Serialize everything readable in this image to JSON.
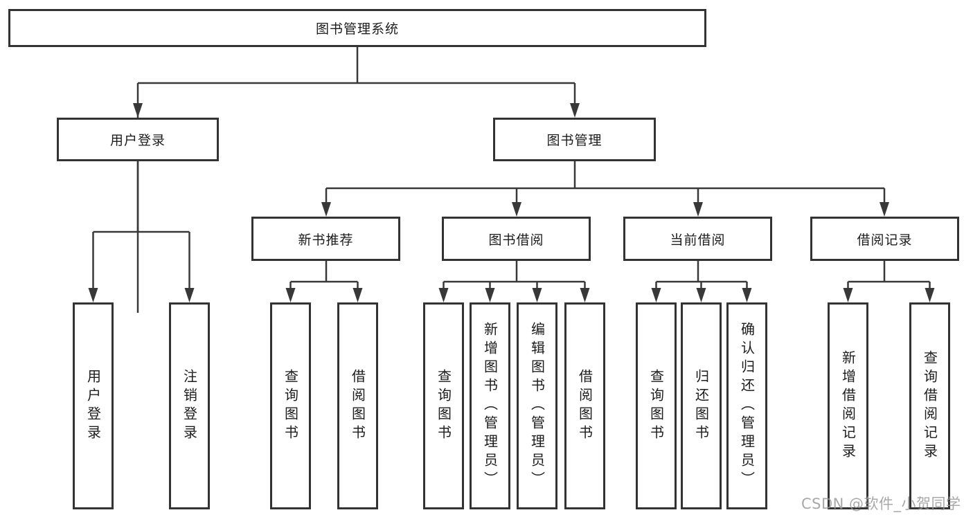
{
  "tree": {
    "root": {
      "label": "图书管理系统"
    },
    "level2": [
      {
        "label": "用户登录",
        "children": [
          {
            "label": "用户登录"
          },
          {
            "label": "注销登录"
          }
        ]
      },
      {
        "label": "图书管理",
        "children": [
          {
            "label": "新书推荐",
            "children": [
              {
                "label": "查询图书"
              },
              {
                "label": "借阅图书"
              }
            ]
          },
          {
            "label": "图书借阅",
            "children": [
              {
                "label": "查询图书"
              },
              {
                "label": "新增图书（管理员）"
              },
              {
                "label": "编辑图书（管理员）"
              },
              {
                "label": "借阅图书"
              }
            ]
          },
          {
            "label": "当前借阅",
            "children": [
              {
                "label": "查询图书"
              },
              {
                "label": "归还图书"
              },
              {
                "label": "确认归还（管理员）"
              }
            ]
          },
          {
            "label": "借阅记录",
            "children": [
              {
                "label": "新增借阅记录"
              },
              {
                "label": "查询借阅记录"
              }
            ]
          }
        ]
      }
    ]
  },
  "watermark": {
    "text": "CSDN @软件_小贺同学"
  },
  "colors": {
    "box_border": "#333333",
    "line": "#383838",
    "text": "#1c1c1c",
    "watermark": "#999999",
    "background": "#ffffff"
  }
}
